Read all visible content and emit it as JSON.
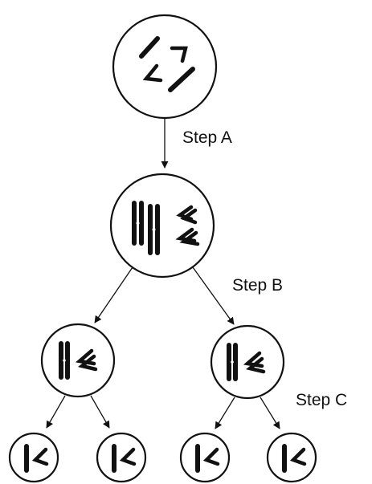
{
  "steps": {
    "a": "Step A",
    "b": "Step B",
    "c": "Step C"
  }
}
